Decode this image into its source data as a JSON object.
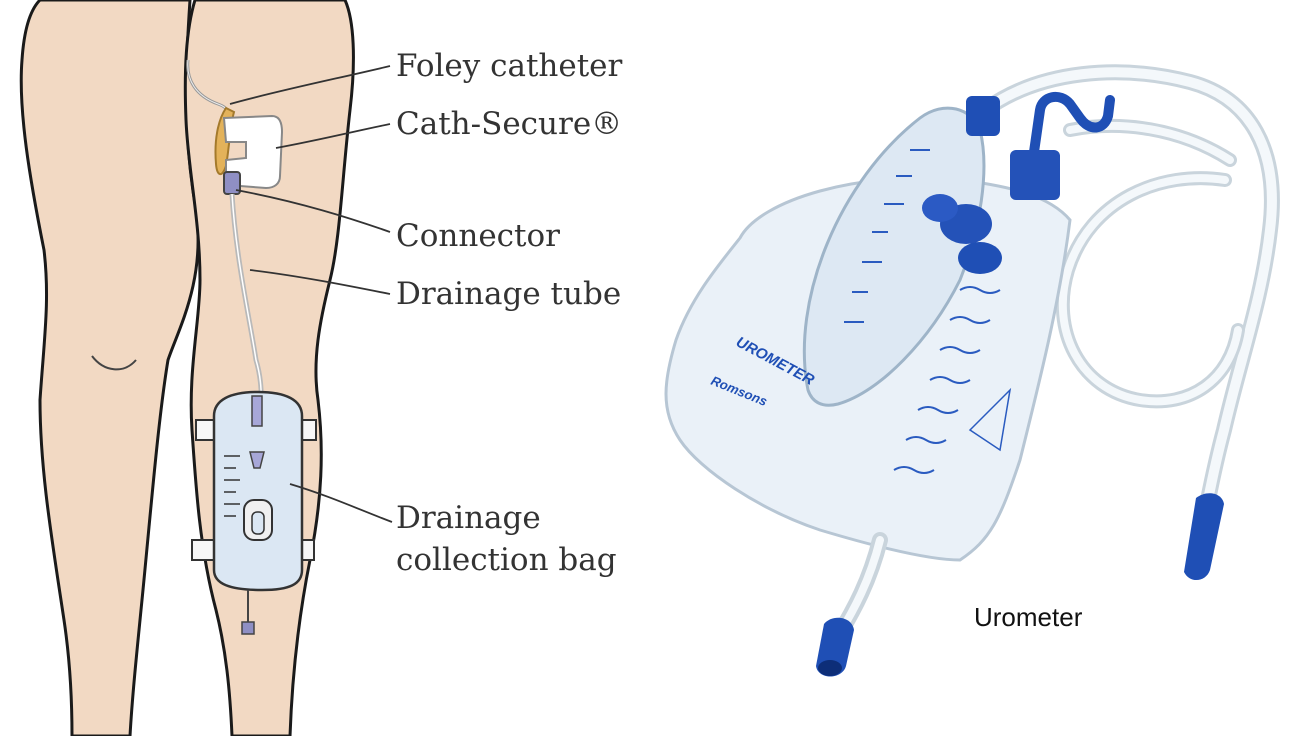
{
  "left_diagram": {
    "labels": {
      "foley_catheter": "Foley catheter",
      "cath_secure": "Cath-Secure®",
      "connector": "Connector",
      "drainage_tube": "Drainage tube",
      "drainage_bag_line1": "Drainage",
      "drainage_bag_line2": "collection bag"
    },
    "colors": {
      "skin": "#f2d9c3",
      "outline": "#1a1a1a",
      "tube": "#b9b9b9",
      "catheter": "#e3b25a",
      "bag_fill": "#dbe7f3",
      "strap": "#f7f7f7"
    }
  },
  "right_photo": {
    "caption": "Urometer",
    "bag_print": {
      "brand": "UROMETER",
      "maker": "Romsons"
    },
    "colors": {
      "accent_blue": "#1f4fb5",
      "bag": "#eaf1f8",
      "tube": "#e8eef2"
    }
  }
}
